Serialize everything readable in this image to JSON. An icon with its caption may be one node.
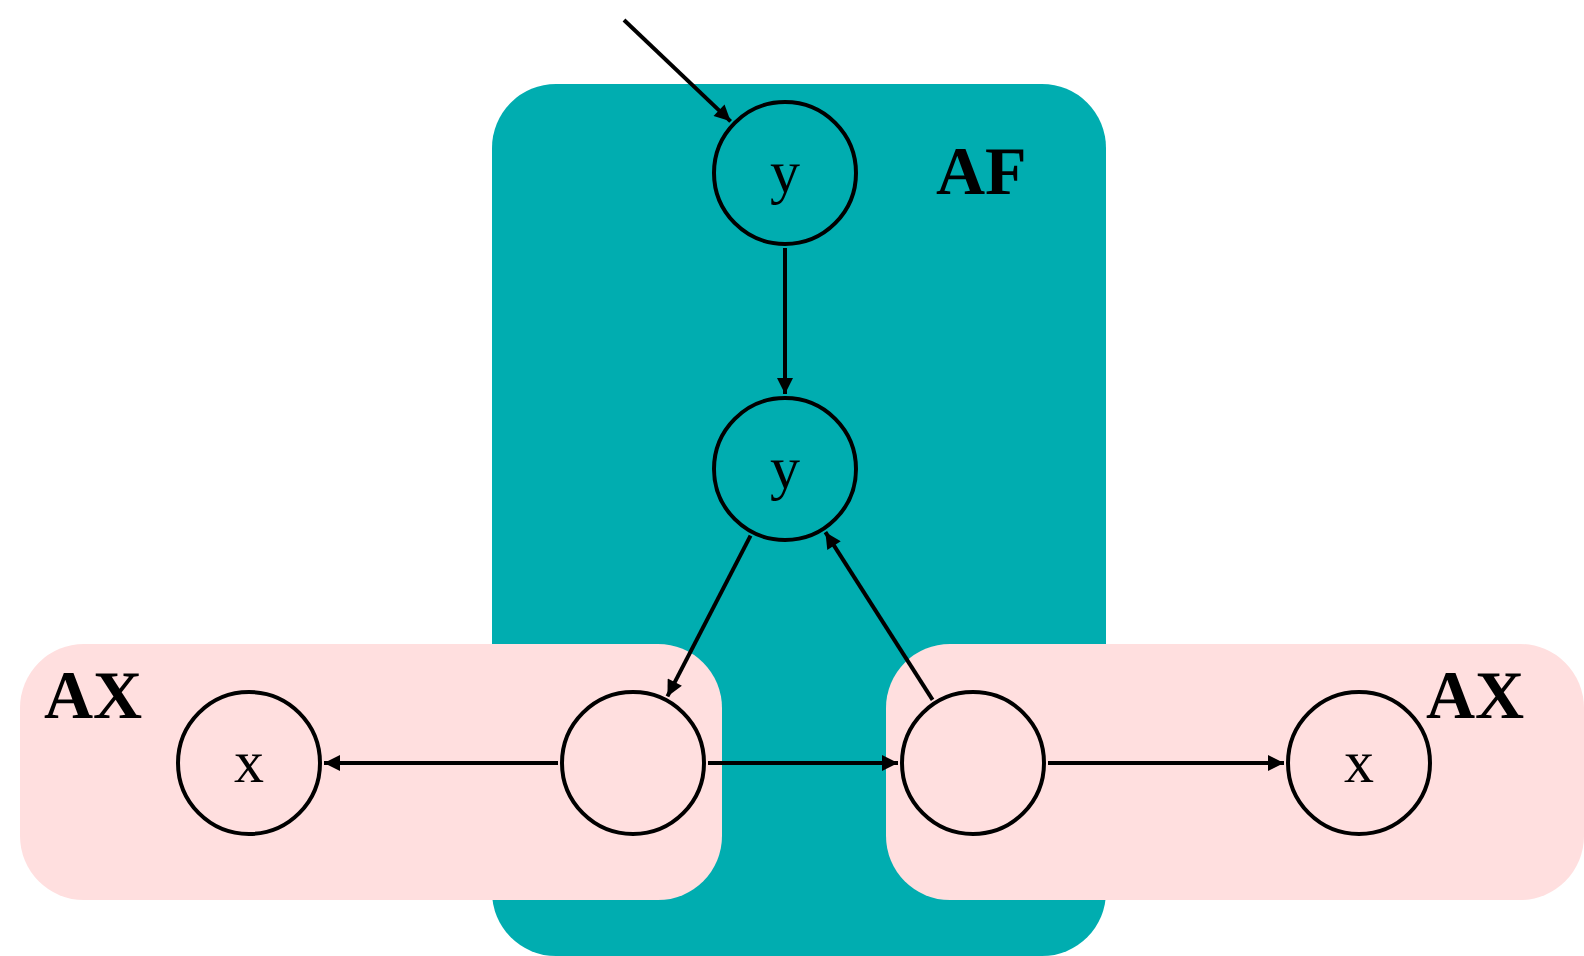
{
  "diagram": {
    "nodes": [
      {
        "text": [
          "AF"
        ]
      },
      {
        "text": [
          "y"
        ],
        "in": 0
      },
      {
        "text": [
          "y"
        ],
        "in": 0
      },
      {
        "text": [
          "AX"
        ]
      },
      {
        "text": [
          "x"
        ],
        "in": 3
      },
      {
        "text": [],
        "shape": "circle"
      },
      {
        "text": [
          "AX"
        ]
      },
      {
        "text": [],
        "shape": "circle"
      },
      {
        "text": [
          "x"
        ],
        "in": 6
      }
    ],
    "edges": [
      {
        "from": null,
        "to": 1,
        "arrow": "to"
      },
      {
        "from": 1,
        "to": 2,
        "arrow": "to"
      },
      {
        "from": 2,
        "to": 5,
        "arrow": "to"
      },
      {
        "from": 7,
        "to": 2,
        "arrow": "to"
      },
      {
        "from": 5,
        "to": 4,
        "arrow": "to"
      },
      {
        "from": 5,
        "to": 7,
        "arrow": "to"
      },
      {
        "from": 7,
        "to": 8,
        "arrow": "to"
      }
    ]
  }
}
